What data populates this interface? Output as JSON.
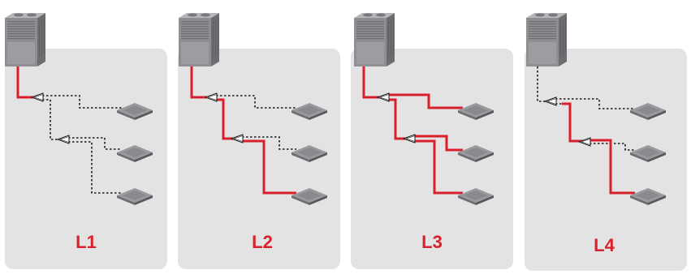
{
  "colors": {
    "panel": "#e3e3e4",
    "red_pipe": "#d9212d",
    "dotted_pipe": "#1a1a1a",
    "label": "#d9212d",
    "unit_body": "#8f8f93",
    "indoor_unit": "#8c8c90"
  },
  "panels": [
    {
      "label": "L1"
    },
    {
      "label": "L2"
    },
    {
      "label": "L3"
    },
    {
      "label": "L4"
    }
  ]
}
